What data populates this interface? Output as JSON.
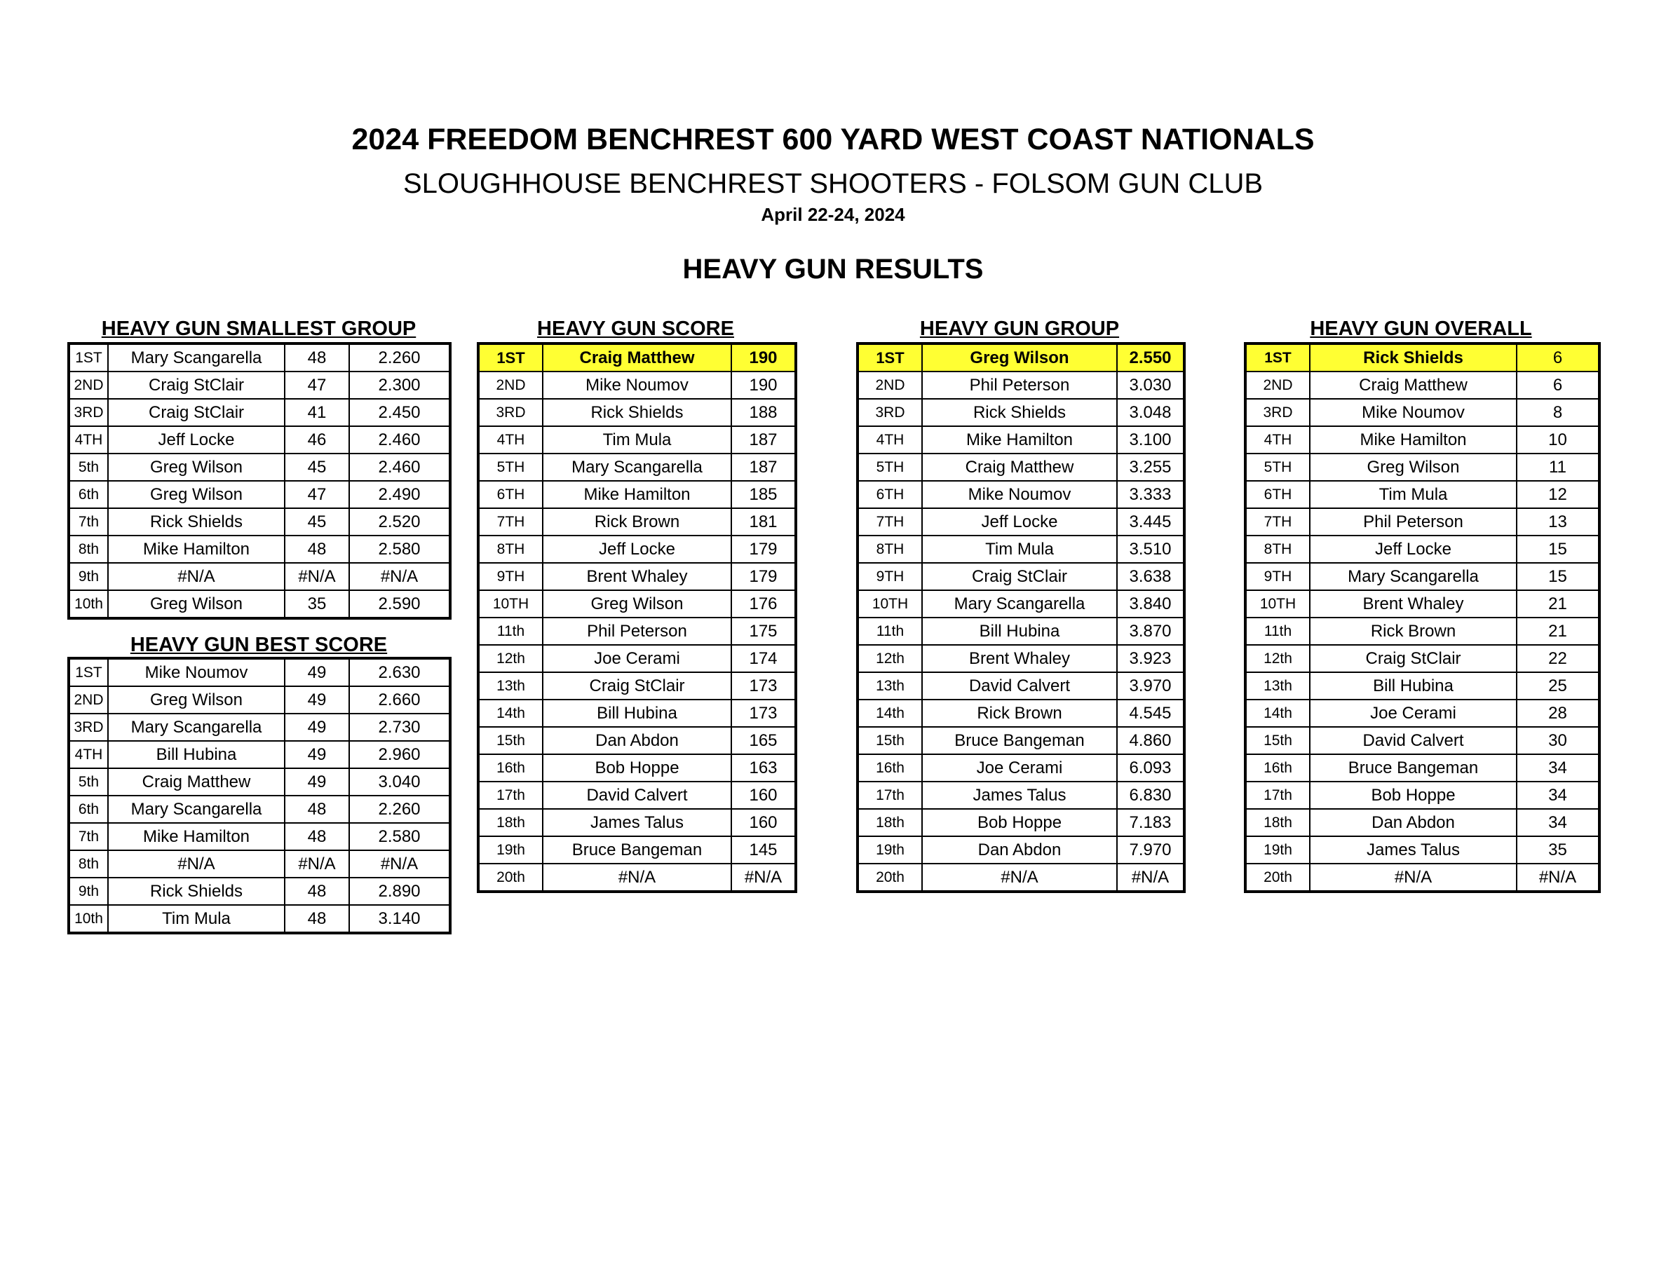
{
  "header": {
    "title": "2024 FREEDOM BENCHREST 600 YARD WEST COAST NATIONALS",
    "subtitle": "SLOUGHHOUSE BENCHREST SHOOTERS - FOLSOM GUN CLUB",
    "date": "April 22-24, 2024",
    "results_heading": "HEAVY GUN RESULTS"
  },
  "highlight_color": "#ffff33",
  "smallest_group": {
    "title": "HEAVY GUN SMALLEST GROUP",
    "rows": [
      [
        "1ST",
        "Mary Scangarella",
        "48",
        "2.260"
      ],
      [
        "2ND",
        "Craig StClair",
        "47",
        "2.300"
      ],
      [
        "3RD",
        "Craig StClair",
        "41",
        "2.450"
      ],
      [
        "4TH",
        "Jeff Locke",
        "46",
        "2.460"
      ],
      [
        "5th",
        "Greg Wilson",
        "45",
        "2.460"
      ],
      [
        "6th",
        "Greg Wilson",
        "47",
        "2.490"
      ],
      [
        "7th",
        "Rick Shields",
        "45",
        "2.520"
      ],
      [
        "8th",
        "Mike Hamilton",
        "48",
        "2.580"
      ],
      [
        "9th",
        "#N/A",
        "#N/A",
        "#N/A"
      ],
      [
        "10th",
        "Greg Wilson",
        "35",
        "2.590"
      ]
    ]
  },
  "best_score": {
    "title": "HEAVY GUN BEST SCORE",
    "rows": [
      [
        "1ST",
        "Mike Noumov",
        "49",
        "2.630"
      ],
      [
        "2ND",
        "Greg Wilson",
        "49",
        "2.660"
      ],
      [
        "3RD",
        "Mary Scangarella",
        "49",
        "2.730"
      ],
      [
        "4TH",
        "Bill Hubina",
        "49",
        "2.960"
      ],
      [
        "5th",
        "Craig Matthew",
        "49",
        "3.040"
      ],
      [
        "6th",
        "Mary Scangarella",
        "48",
        "2.260"
      ],
      [
        "7th",
        "Mike Hamilton",
        "48",
        "2.580"
      ],
      [
        "8th",
        "#N/A",
        "#N/A",
        "#N/A"
      ],
      [
        "9th",
        "Rick Shields",
        "48",
        "2.890"
      ],
      [
        "10th",
        "Tim Mula",
        "48",
        "3.140"
      ]
    ]
  },
  "score": {
    "title": "HEAVY GUN SCORE",
    "rows": [
      [
        "1ST",
        "Craig Matthew",
        "190"
      ],
      [
        "2ND",
        "Mike Noumov",
        "190"
      ],
      [
        "3RD",
        "Rick Shields",
        "188"
      ],
      [
        "4TH",
        "Tim Mula",
        "187"
      ],
      [
        "5TH",
        "Mary Scangarella",
        "187"
      ],
      [
        "6TH",
        "Mike Hamilton",
        "185"
      ],
      [
        "7TH",
        "Rick Brown",
        "181"
      ],
      [
        "8TH",
        "Jeff Locke",
        "179"
      ],
      [
        "9TH",
        "Brent Whaley",
        "179"
      ],
      [
        "10TH",
        "Greg Wilson",
        "176"
      ],
      [
        "11th",
        "Phil Peterson",
        "175"
      ],
      [
        "12th",
        "Joe Cerami",
        "174"
      ],
      [
        "13th",
        "Craig StClair",
        "173"
      ],
      [
        "14th",
        "Bill Hubina",
        "173"
      ],
      [
        "15th",
        "Dan Abdon",
        "165"
      ],
      [
        "16th",
        "Bob Hoppe",
        "163"
      ],
      [
        "17th",
        "David Calvert",
        "160"
      ],
      [
        "18th",
        "James Talus",
        "160"
      ],
      [
        "19th",
        "Bruce Bangeman",
        "145"
      ],
      [
        "20th",
        "#N/A",
        "#N/A"
      ]
    ]
  },
  "group": {
    "title": "HEAVY GUN GROUP",
    "rows": [
      [
        "1ST",
        "Greg Wilson",
        "2.550"
      ],
      [
        "2ND",
        "Phil Peterson",
        "3.030"
      ],
      [
        "3RD",
        "Rick Shields",
        "3.048"
      ],
      [
        "4TH",
        "Mike Hamilton",
        "3.100"
      ],
      [
        "5TH",
        "Craig Matthew",
        "3.255"
      ],
      [
        "6TH",
        "Mike Noumov",
        "3.333"
      ],
      [
        "7TH",
        "Jeff Locke",
        "3.445"
      ],
      [
        "8TH",
        "Tim Mula",
        "3.510"
      ],
      [
        "9TH",
        "Craig StClair",
        "3.638"
      ],
      [
        "10TH",
        "Mary Scangarella",
        "3.840"
      ],
      [
        "11th",
        "Bill Hubina",
        "3.870"
      ],
      [
        "12th",
        "Brent Whaley",
        "3.923"
      ],
      [
        "13th",
        "David Calvert",
        "3.970"
      ],
      [
        "14th",
        "Rick Brown",
        "4.545"
      ],
      [
        "15th",
        "Bruce Bangeman",
        "4.860"
      ],
      [
        "16th",
        "Joe Cerami",
        "6.093"
      ],
      [
        "17th",
        "James Talus",
        "6.830"
      ],
      [
        "18th",
        "Bob Hoppe",
        "7.183"
      ],
      [
        "19th",
        "Dan Abdon",
        "7.970"
      ],
      [
        "20th",
        "#N/A",
        "#N/A"
      ]
    ]
  },
  "overall": {
    "title": "HEAVY GUN OVERALL",
    "rows": [
      [
        "1ST",
        "Rick Shields",
        "6"
      ],
      [
        "2ND",
        "Craig Matthew",
        "6"
      ],
      [
        "3RD",
        "Mike Noumov",
        "8"
      ],
      [
        "4TH",
        "Mike Hamilton",
        "10"
      ],
      [
        "5TH",
        "Greg Wilson",
        "11"
      ],
      [
        "6TH",
        "Tim Mula",
        "12"
      ],
      [
        "7TH",
        "Phil Peterson",
        "13"
      ],
      [
        "8TH",
        "Jeff Locke",
        "15"
      ],
      [
        "9TH",
        "Mary Scangarella",
        "15"
      ],
      [
        "10TH",
        "Brent Whaley",
        "21"
      ],
      [
        "11th",
        "Rick Brown",
        "21"
      ],
      [
        "12th",
        "Craig StClair",
        "22"
      ],
      [
        "13th",
        "Bill Hubina",
        "25"
      ],
      [
        "14th",
        "Joe Cerami",
        "28"
      ],
      [
        "15th",
        "David Calvert",
        "30"
      ],
      [
        "16th",
        "Bruce Bangeman",
        "34"
      ],
      [
        "17th",
        "Bob Hoppe",
        "34"
      ],
      [
        "18th",
        "Dan Abdon",
        "34"
      ],
      [
        "19th",
        "James Talus",
        "35"
      ],
      [
        "20th",
        "#N/A",
        "#N/A"
      ]
    ]
  }
}
